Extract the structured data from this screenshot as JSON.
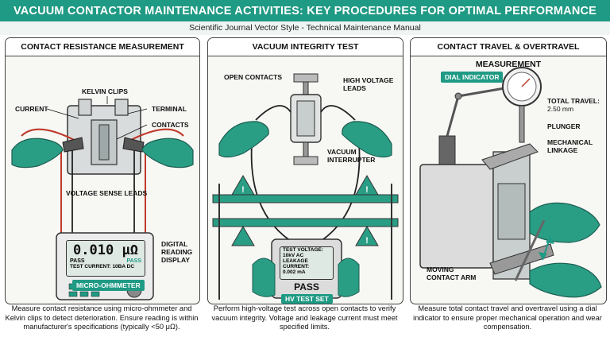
{
  "header": {
    "title": "VACUUM CONTACTOR MAINTENANCE ACTIVITIES: KEY PROCEDURES FOR OPTIMAL PERFORMANCE",
    "subtitle": "Scientific Journal Vector Style - Technical Maintenance Manual"
  },
  "panels": [
    {
      "title": "CONTACT RESISTANCE MEASUREMENT",
      "labels": {
        "kelvin": "KELVIN CLIPS",
        "current": "CURRENT",
        "terminal": "TERMINAL",
        "contacts": "CONTACTS",
        "sense": "VOLTAGE SENSE LEADS",
        "display_line1": "DIGITAL",
        "display_line2": "READING",
        "display_line3": "DISPLAY",
        "device": "MICRO-OHMMETER"
      },
      "screen": {
        "reading": "0.010 μΩ",
        "pass_left": "PASS",
        "pass_right": "PASS",
        "current": "TEST CURRENT: 10BA DC"
      },
      "description": "Measure contact resistance using micro-ohmmeter and Kelvin clips to detect deterioration. Ensure reading is within manufacturer's specifications (typically <50 μΩ)."
    },
    {
      "title": "VACUUM INTEGRITY TEST",
      "labels": {
        "open": "OPEN CONTACTS",
        "hv_line1": "HIGH VOLTAGE",
        "hv_line2": "LEADS",
        "vi_line1": "VACUUM",
        "vi_line2": "INTERRUPTER",
        "device": "HV TEST SET"
      },
      "screen": {
        "line1": "TEST VOLTAGE:",
        "line2": "10kV AC",
        "line3": "LEAKAGE CURRENT:",
        "line4": "0.002 mA",
        "result": "PASS"
      },
      "description": "Perform high-voltage test across open contacts to verify vacuum integrity. Voltage and leakage current must meet specified limits."
    },
    {
      "title": "CONTACT TRAVEL & OVERTRAVEL MEASUREMENT",
      "labels": {
        "dial": "DIAL INDICATOR",
        "travel_line1": "TOTAL TRAVEL:",
        "travel_line2": "2.50 mm",
        "plunger": "PLUNGER",
        "linkage_line1": "MECHANICAL",
        "linkage_line2": "LINKAGE",
        "arm_line1": "MOVING",
        "arm_line2": "CONTACT ARM"
      },
      "description": "Measure total contact travel and overtravel using a dial indicator to ensure proper mechanical operation and wear compensation."
    }
  ],
  "colors": {
    "accent": "#1f9a84",
    "glove": "#2a9e85",
    "lead_red": "#c0392b",
    "warning": "#2a9e85"
  }
}
